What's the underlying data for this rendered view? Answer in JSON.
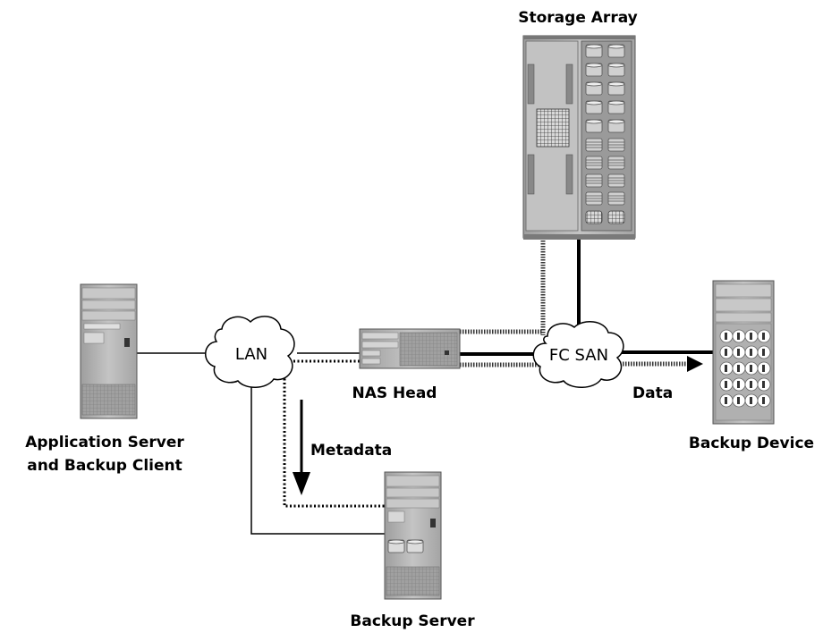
{
  "nodes": {
    "storage_array": "Storage Array",
    "nas_head": "NAS Head",
    "backup_device": "Backup Device",
    "app_server_line1": "Application Server",
    "app_server_line2": "and Backup Client",
    "backup_server": "Backup Server"
  },
  "clouds": {
    "lan": "LAN",
    "fc_san": "FC SAN"
  },
  "flows": {
    "data": "Data",
    "metadata": "Metadata"
  },
  "colors": {
    "device_gray": "#b8b8b8",
    "device_dark": "#8c8c8c",
    "line": "#000000"
  }
}
